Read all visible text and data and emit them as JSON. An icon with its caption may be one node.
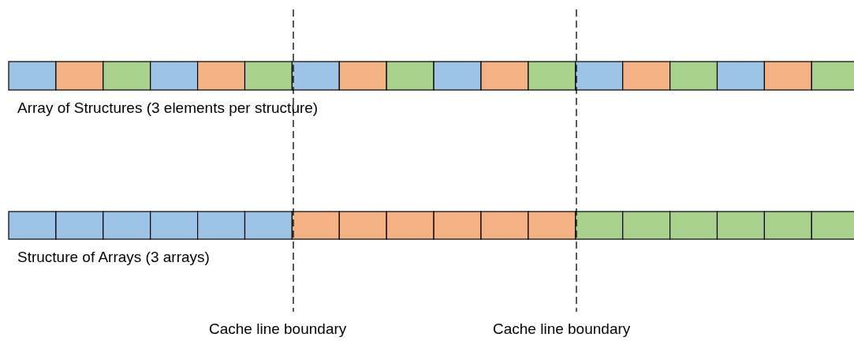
{
  "diagram": {
    "labels": [
      "Array of Structures (3 elements per structure)",
      "Structure of Arrays (3 arrays)",
      "Cache line boundary",
      "Cache line boundary"
    ]
  }
}
